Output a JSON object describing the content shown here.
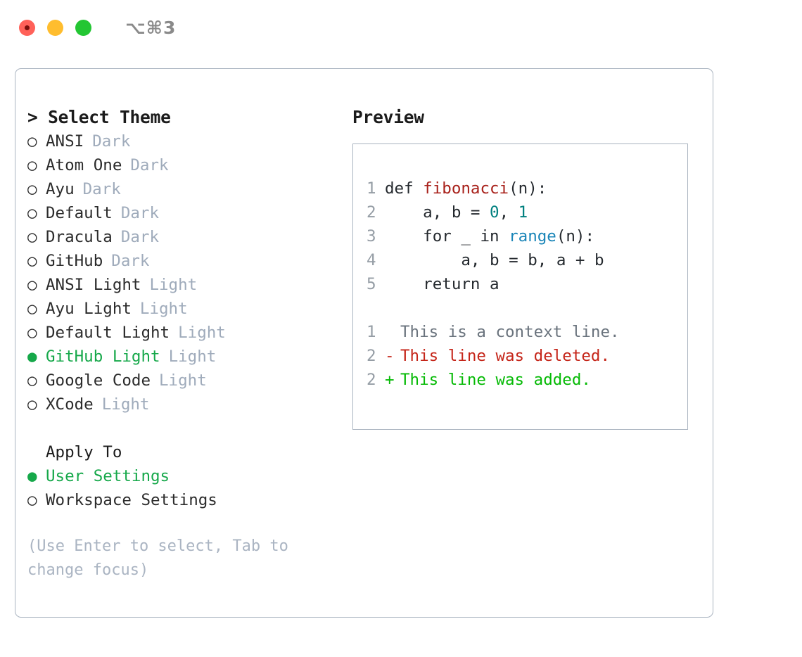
{
  "titlebar": {
    "shortcut": "⌥⌘3",
    "buttons": {
      "close": "close",
      "minimize": "minimize",
      "maximize": "maximize"
    }
  },
  "left": {
    "header": "> Select Theme",
    "themes": [
      {
        "marker": "○",
        "name": "ANSI",
        "tag": "Dark",
        "selected": false
      },
      {
        "marker": "○",
        "name": "Atom One",
        "tag": "Dark",
        "selected": false
      },
      {
        "marker": "○",
        "name": "Ayu",
        "tag": "Dark",
        "selected": false
      },
      {
        "marker": "○",
        "name": "Default",
        "tag": "Dark",
        "selected": false
      },
      {
        "marker": "○",
        "name": "Dracula",
        "tag": "Dark",
        "selected": false
      },
      {
        "marker": "○",
        "name": "GitHub",
        "tag": "Dark",
        "selected": false
      },
      {
        "marker": "○",
        "name": "ANSI Light",
        "tag": "Light",
        "selected": false
      },
      {
        "marker": "○",
        "name": "Ayu Light",
        "tag": "Light",
        "selected": false
      },
      {
        "marker": "○",
        "name": "Default Light",
        "tag": "Light",
        "selected": false
      },
      {
        "marker": "●",
        "name": "GitHub Light",
        "tag": "Light",
        "selected": true
      },
      {
        "marker": "○",
        "name": "Google Code",
        "tag": "Light",
        "selected": false
      },
      {
        "marker": "○",
        "name": "XCode",
        "tag": "Light",
        "selected": false
      }
    ],
    "apply_to": {
      "title": "Apply To",
      "options": [
        {
          "marker": "●",
          "label": "User Settings",
          "selected": true
        },
        {
          "marker": "○",
          "label": "Workspace Settings",
          "selected": false
        }
      ]
    },
    "hint": "(Use Enter to select, Tab to change focus)"
  },
  "right": {
    "title": "Preview",
    "code_lines": [
      {
        "no": "1",
        "tokens": [
          {
            "t": "def ",
            "c": "plain"
          },
          {
            "t": "fibonacci",
            "c": "func"
          },
          {
            "t": "(n):",
            "c": "plain"
          }
        ]
      },
      {
        "no": "2",
        "tokens": [
          {
            "t": "    a, b = ",
            "c": "plain"
          },
          {
            "t": "0",
            "c": "num"
          },
          {
            "t": ", ",
            "c": "plain"
          },
          {
            "t": "1",
            "c": "num"
          }
        ]
      },
      {
        "no": "3",
        "tokens": [
          {
            "t": "    for _ in ",
            "c": "plain"
          },
          {
            "t": "range",
            "c": "built"
          },
          {
            "t": "(n):",
            "c": "plain"
          }
        ]
      },
      {
        "no": "4",
        "tokens": [
          {
            "t": "        a, b = b, a + b",
            "c": "plain"
          }
        ]
      },
      {
        "no": "5",
        "tokens": [
          {
            "t": "    return a",
            "c": "plain"
          }
        ]
      }
    ],
    "diff_lines": [
      {
        "no": "1",
        "sign": " ",
        "text": "This is a context line.",
        "kind": "ctx"
      },
      {
        "no": "2",
        "sign": "-",
        "text": "This line was deleted.",
        "kind": "del"
      },
      {
        "no": "2",
        "sign": "+",
        "text": "This line was added.",
        "kind": "add"
      }
    ]
  },
  "colors": {
    "accent_green": "#16a84a",
    "tag_gray": "#9fabbb",
    "border": "#aab4c0",
    "lineno": "#959da5",
    "syntax_function": "#a8201a",
    "syntax_number": "#00807f",
    "syntax_builtin": "#1a85b8",
    "diff_context": "#6a737d",
    "diff_deleted": "#c52519",
    "diff_added": "#05ba05",
    "traffic_close": "#ff6159",
    "traffic_minimize": "#ffbd2e",
    "traffic_maximize": "#23c633"
  }
}
